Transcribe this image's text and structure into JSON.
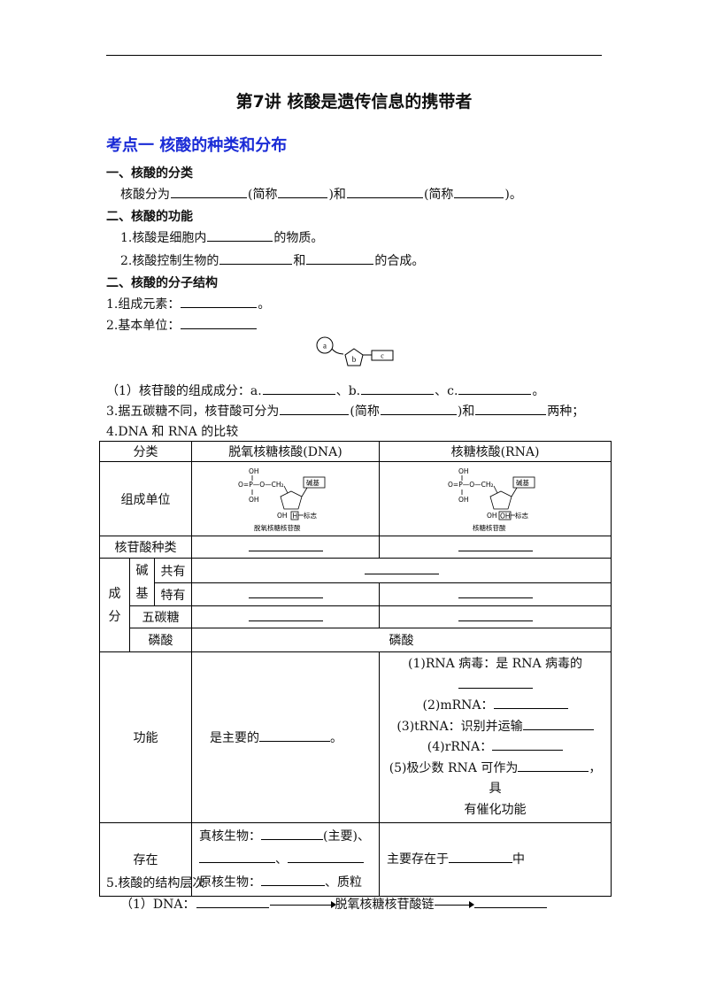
{
  "title": "第7讲  核酸是遗传信息的携带者",
  "kaodian": "考点一  核酸的种类和分布",
  "sec1": {
    "heading": "一、核酸的分类",
    "p1": "核酸分为",
    "p2": "(简称",
    "p3": ")和",
    "p4": "(简称",
    "p5": ")。"
  },
  "sec2": {
    "heading": "二、核酸的功能",
    "line1_a": "1.核酸是细胞内",
    "line1_b": "的物质。",
    "line2_a": "2.核酸控制生物的",
    "line2_b": "和",
    "line2_c": "的合成。"
  },
  "sec3": {
    "heading": "二、核酸的分子结构",
    "item1": "1.组成元素：",
    "item1_end": "。",
    "item2": "2.基本单位：",
    "diagram": {
      "a": "a",
      "b": "b",
      "c": "c"
    },
    "comp_a": "（1）核苷酸的组成成分：a.",
    "comp_b": "、b.",
    "comp_c": "、c.",
    "comp_end": "。",
    "item3_a": "3.据五碳糖不同，核苷酸可分为",
    "item3_b": "(简称",
    "item3_c": ")和",
    "item3_d": "两种；",
    "item4": "4.DNA 和 RNA 的比较"
  },
  "table": {
    "col_category": "分类",
    "col_dna": "脱氧核糖核酸(DNA)",
    "col_rna": "核糖核酸(RNA)",
    "row_unit": "组成单位",
    "dna_struct": {
      "oh_top": "OH",
      "chain": "O=P—O—CH₂",
      "oh_bottom": "OH",
      "base": "碱基",
      "oh_h": "OH",
      "h": "H",
      "label": "标志",
      "caption": "脱氧核糖核苷酸"
    },
    "rna_struct": {
      "oh_top": "OH",
      "chain": "O=P—O—CH₂",
      "oh_bottom": "OH",
      "base": "碱基",
      "oh_h": "OH",
      "oh2": "OH",
      "label": "标志",
      "caption": "核糖核苷酸"
    },
    "row_nucleotide": "核苷酸种类",
    "cheng": "成",
    "fen": "分",
    "jian": "碱",
    "ji": "基",
    "gongyou": "共有",
    "teyou": "特有",
    "wutang": "五碳糖",
    "linsuan_label": "磷酸",
    "linsuan_value": "磷酸",
    "row_function": "功能",
    "dna_function_a": "是主要的",
    "dna_function_b": "。",
    "rna_f1": "(1)RNA 病毒：是 RNA 病毒的",
    "rna_f2": "(2)mRNA：",
    "rna_f3": "(3)tRNA：识别并运输",
    "rna_f4": "(4)rRNA：",
    "rna_f5_a": "(5)极少数 RNA 可作为",
    "rna_f5_b": "，具",
    "rna_f5_c": "有催化功能",
    "row_exist": "存在",
    "dna_exist_1a": "真核生物：",
    "dna_exist_1b": "(主要)、",
    "dna_exist_2": "、",
    "dna_exist_3a": "原核生物：",
    "dna_exist_3b": "、质粒",
    "rna_exist_a": "主要存在于",
    "rna_exist_b": "中"
  },
  "sec5": {
    "heading": "5.核酸的结构层次",
    "dna_a": "（1）DNA：",
    "dna_b": "脱氧核糖核苷酸链"
  }
}
